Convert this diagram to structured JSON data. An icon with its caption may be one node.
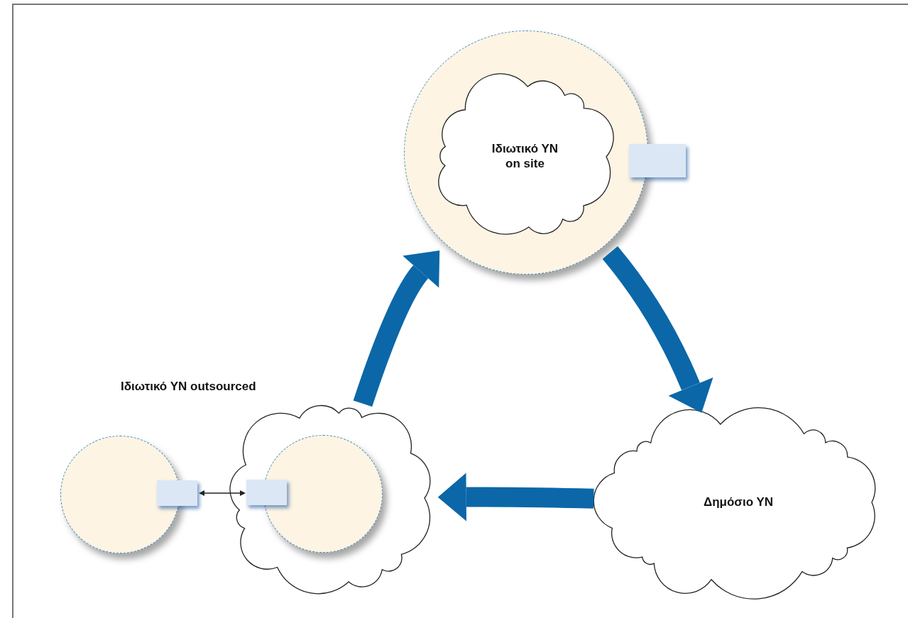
{
  "diagram": {
    "nodes": [
      {
        "text": [],
        "shape": "circle"
      },
      {
        "text": [
          "Ιδιωτικό ΥΝ on site"
        ],
        "in": 0
      },
      {
        "text": [],
        "shape": "box"
      },
      {
        "text": [
          "Δημόσιο ΥΝ"
        ]
      },
      {
        "text": [],
        "shape": "circle"
      },
      {
        "text": [],
        "shape": "box"
      },
      {
        "text": [],
        "shape": "cloud"
      },
      {
        "text": [],
        "shape": "circle",
        "in": 6
      },
      {
        "text": [],
        "shape": "box",
        "in": 6
      }
    ],
    "edges": [
      {
        "from": 0,
        "to": 3,
        "arrow": "to"
      },
      {
        "from": 3,
        "to": 6,
        "arrow": "to"
      },
      {
        "from": 6,
        "to": 0,
        "arrow": "to"
      },
      {
        "from": 5,
        "to": 8,
        "arrow": "both",
        "color": "#222222"
      }
    ],
    "labels": [
      "Ιδιωτικό ΥΝ outsourced"
    ]
  }
}
